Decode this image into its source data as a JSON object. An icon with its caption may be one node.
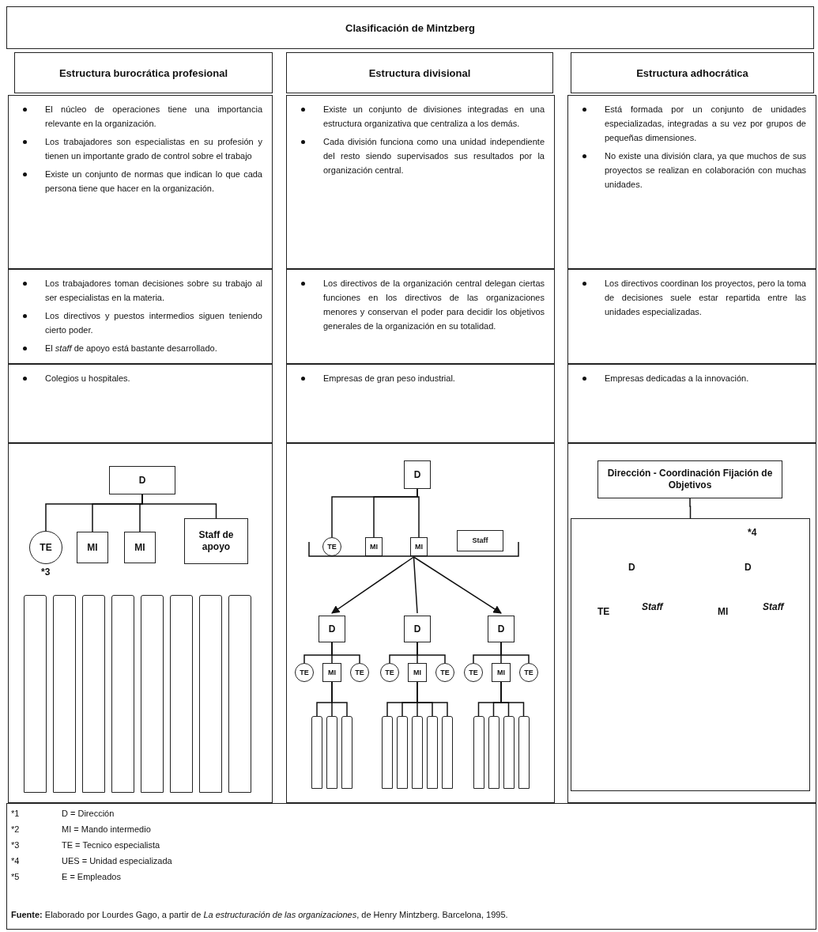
{
  "diagram": {
    "title": "Clasificación de Mintzberg",
    "caption": "**Fuente:** Elaborado por Lourdes Gago, a partir de *La estructuración de las organizaciones*, de Henry Mintzberg. Barcelona, 1995.",
    "nodes": [
      {
        "text": [
          "Estructura burocrática profesional"
        ]
      },
      {
        "text": [
          "Estructura divisional"
        ]
      },
      {
        "text": [
          "Estructura adhocrática"
        ]
      },
      {
        "text": [
          "El núcleo de operaciones tiene una importancia relevante en la organización.",
          "Los trabajadores son especialistas en su profesión y tienen un importante grado de control sobre el trabajo",
          "Existe un conjunto de normas que indican lo que cada persona tiene que hacer en la organización."
        ]
      },
      {
        "text": [
          "Existe un conjunto de divisiones integradas en una estructura organizativa que centraliza a los demás.",
          "Cada división funciona como una unidad independiente del resto siendo supervisados sus resultados por la organización central."
        ]
      },
      {
        "text": [
          "Está formada por un conjunto de unidades especializadas, integradas a su vez por grupos de pequeñas dimensiones.",
          "No existe una división clara, ya que muchos de sus proyectos se realizan en colaboración con muchas unidades."
        ]
      },
      {
        "text": [
          "Los trabajadores toman decisiones sobre su trabajo al ser especialistas en la materia.",
          "Los directivos y puestos intermedios siguen teniendo cierto poder.",
          "El *staff* de apoyo está bastante desarrollado."
        ]
      },
      {
        "text": [
          "Los directivos de la organización central delegan ciertas funciones en los directivos de las organizaciones menores y conservan el poder para decidir los objetivos generales de la organización en su totalidad."
        ]
      },
      {
        "text": [
          "Los directivos coordinan los proyectos, pero la toma de decisiones suele estar repartida entre las unidades especializadas."
        ]
      },
      {
        "text": [
          "Colegios u hospitales."
        ]
      },
      {
        "text": [
          "Empresas de gran peso industrial."
        ]
      },
      {
        "text": [
          "Empresas dedicadas a la innovación."
        ]
      },
      {
        "text": [
          "D"
        ]
      },
      {
        "text": [
          "TE"
        ]
      },
      {
        "text": [
          "MI"
        ]
      },
      {
        "text": [
          "MI"
        ]
      },
      {
        "text": [
          "Staff de apoyo"
        ]
      },
      {
        "text": [],
        "shape": "bar"
      },
      {
        "text": [],
        "shape": "bar"
      },
      {
        "text": [],
        "shape": "bar"
      },
      {
        "text": [],
        "shape": "bar"
      },
      {
        "text": [],
        "shape": "bar"
      },
      {
        "text": [],
        "shape": "bar"
      },
      {
        "text": [],
        "shape": "bar"
      },
      {
        "text": [],
        "shape": "bar"
      },
      {
        "text": [
          "D"
        ]
      },
      {
        "text": [
          "TE"
        ]
      },
      {
        "text": [
          "MI"
        ]
      },
      {
        "text": [
          "MI"
        ]
      },
      {
        "text": [
          "Staff"
        ]
      },
      {
        "text": [],
        "shape": "bracket"
      },
      {
        "text": [
          "D"
        ]
      },
      {
        "text": [
          "D"
        ]
      },
      {
        "text": [
          "D"
        ]
      },
      {
        "text": [
          "TE"
        ]
      },
      {
        "text": [
          "MI"
        ]
      },
      {
        "text": [
          "TE"
        ]
      },
      {
        "text": [
          "TE"
        ]
      },
      {
        "text": [
          "MI"
        ]
      },
      {
        "text": [
          "TE"
        ]
      },
      {
        "text": [
          "TE"
        ]
      },
      {
        "text": [
          "MI"
        ]
      },
      {
        "text": [
          "TE"
        ]
      },
      {
        "text": [],
        "shape": "bar"
      },
      {
        "text": [],
        "shape": "bar"
      },
      {
        "text": [],
        "shape": "bar"
      },
      {
        "text": [],
        "shape": "bar"
      },
      {
        "text": [],
        "shape": "bar"
      },
      {
        "text": [],
        "shape": "bar"
      },
      {
        "text": [],
        "shape": "bar"
      },
      {
        "text": [],
        "shape": "bar"
      },
      {
        "text": [],
        "shape": "bar"
      },
      {
        "text": [],
        "shape": "bar"
      },
      {
        "text": [],
        "shape": "bar"
      },
      {
        "text": [],
        "shape": "bar"
      },
      {
        "text": [
          "Dirección - Coordinación Fijación de Objetivos"
        ]
      },
      {
        "text": [],
        "shape": "box"
      }
    ],
    "edges": [
      {
        "from": 12,
        "to": 13,
        "arrow": "none"
      },
      {
        "from": 12,
        "to": 14,
        "arrow": "none"
      },
      {
        "from": 12,
        "to": 15,
        "arrow": "none"
      },
      {
        "from": 12,
        "to": 16,
        "arrow": "none"
      },
      {
        "from": 25,
        "to": 26,
        "arrow": "none"
      },
      {
        "from": 25,
        "to": 27,
        "arrow": "none"
      },
      {
        "from": 25,
        "to": 28,
        "arrow": "none"
      },
      {
        "from": 30,
        "to": 31,
        "arrow": "to"
      },
      {
        "from": 30,
        "to": 32,
        "arrow": "none"
      },
      {
        "from": 30,
        "to": 33,
        "arrow": "to"
      },
      {
        "from": 31,
        "to": 34,
        "arrow": "none"
      },
      {
        "from": 31,
        "to": 35,
        "arrow": "none"
      },
      {
        "from": 31,
        "to": 36,
        "arrow": "none"
      },
      {
        "from": 35,
        "to": 43,
        "arrow": "none"
      },
      {
        "from": 35,
        "to": 44,
        "arrow": "none"
      },
      {
        "from": 35,
        "to": 45,
        "arrow": "none"
      },
      {
        "from": 32,
        "to": 37,
        "arrow": "none"
      },
      {
        "from": 32,
        "to": 38,
        "arrow": "none"
      },
      {
        "from": 32,
        "to": 39,
        "arrow": "none"
      },
      {
        "from": 38,
        "to": 46,
        "arrow": "none"
      },
      {
        "from": 38,
        "to": 47,
        "arrow": "none"
      },
      {
        "from": 38,
        "to": 48,
        "arrow": "none"
      },
      {
        "from": 38,
        "to": 49,
        "arrow": "none"
      },
      {
        "from": 38,
        "to": 50,
        "arrow": "none"
      },
      {
        "from": 33,
        "to": 40,
        "arrow": "none"
      },
      {
        "from": 33,
        "to": 41,
        "arrow": "none"
      },
      {
        "from": 33,
        "to": 42,
        "arrow": "none"
      },
      {
        "from": 41,
        "to": 51,
        "arrow": "none"
      },
      {
        "from": 41,
        "to": 52,
        "arrow": "none"
      },
      {
        "from": 41,
        "to": 53,
        "arrow": "none"
      },
      {
        "from": 41,
        "to": 54,
        "arrow": "none"
      },
      {
        "from": 55,
        "to": 56,
        "arrow": "none"
      }
    ],
    "labels": [
      "*3",
      "*4",
      "D",
      "D",
      "TE",
      "Staff",
      "MI",
      "Staff",
      "*1",
      "D = Dirección",
      "*2",
      "MI = Mando intermedio",
      "*3",
      "TE = Tecnico especialista",
      "*4",
      "UES = Unidad especializada",
      "*5",
      "E = Empleados"
    ]
  }
}
